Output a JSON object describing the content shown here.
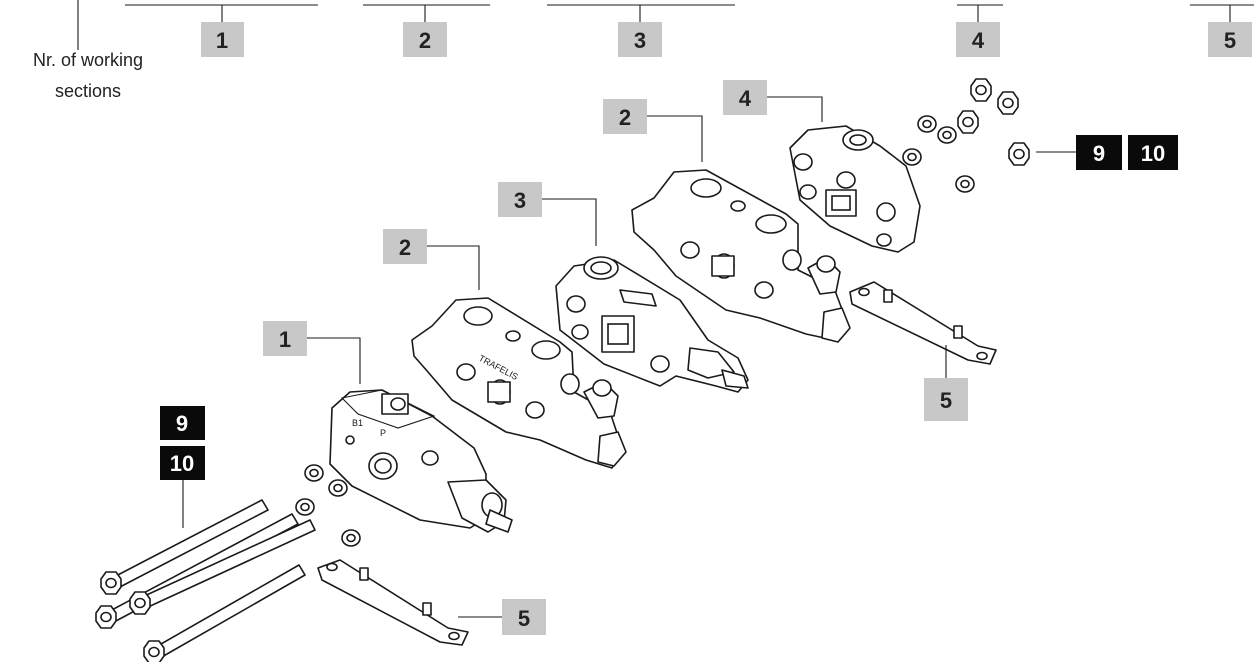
{
  "caption": {
    "line1": "Nr. of working",
    "line2": "sections"
  },
  "colors": {
    "grey_tag": "#c8c8c8",
    "black_tag": "#0a0a0a",
    "line": "#1a1a1a"
  },
  "header_tags": [
    "1",
    "2",
    "3",
    "4",
    "5"
  ],
  "callouts": {
    "inlet": "1",
    "section_a": "2",
    "section_b": "3",
    "section_c": "2",
    "outlet": "4",
    "bracket_front": "5",
    "bracket_back": "5",
    "tie_rod_a": "9",
    "tie_rod_b": "10",
    "nut_a": "9",
    "nut_b": "10"
  }
}
